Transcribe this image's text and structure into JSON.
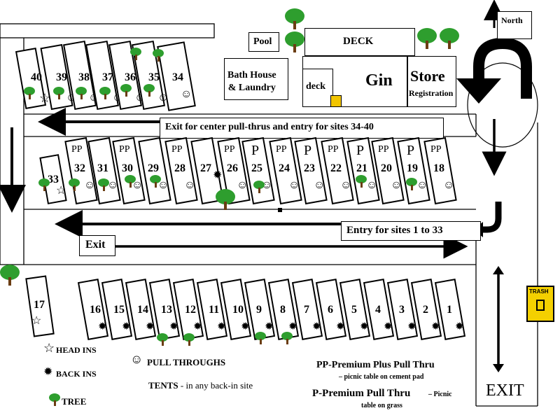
{
  "buildings": {
    "pool": "Pool",
    "deck_top": "DECK",
    "bath": "Bath House\n& Laundry",
    "deck_small": "deck",
    "gin": "Gin",
    "store": "Store",
    "registration": "Registration",
    "north": "North"
  },
  "roads": {
    "exit_center": "Exit for center pull-thrus  and entry for sites 34-40",
    "entry_1_33": "Entry  for sites 1 to 33",
    "exit": "Exit",
    "exit_big": "EXIT",
    "trash": "TRASH"
  },
  "sites_top": [
    "40",
    "39",
    "38",
    "37",
    "36",
    "35",
    "34"
  ],
  "sites_middle": [
    {
      "n": "33",
      "tag": ""
    },
    {
      "n": "32",
      "tag": "PP"
    },
    {
      "n": "31",
      "tag": ""
    },
    {
      "n": "30",
      "tag": "PP"
    },
    {
      "n": "29",
      "tag": ""
    },
    {
      "n": "28",
      "tag": "PP"
    },
    {
      "n": "27",
      "tag": ""
    },
    {
      "n": "26",
      "tag": "PP"
    },
    {
      "n": "25",
      "tag": "P"
    },
    {
      "n": "24",
      "tag": "PP"
    },
    {
      "n": "23",
      "tag": "P"
    },
    {
      "n": "22",
      "tag": "PP"
    },
    {
      "n": "21",
      "tag": "P"
    },
    {
      "n": "20",
      "tag": "PP"
    },
    {
      "n": "19",
      "tag": "P"
    },
    {
      "n": "18",
      "tag": "PP"
    }
  ],
  "sites_bottom": [
    "16",
    "15",
    "14",
    "13",
    "12",
    "11",
    "10",
    "9",
    "8",
    "7",
    "6",
    "5",
    "4",
    "3",
    "2",
    "1"
  ],
  "site_17": "17",
  "legend": {
    "head_ins": "HEAD INS",
    "back_ins": "BACK INS",
    "tree": "TREE",
    "pull_throughs": "PULL THROUGHS",
    "tents_bold": "TENTS",
    "tents_rest": " - in any back-in site",
    "pp_title": "PP-Premium Plus Pull Thru",
    "pp_sub": "– picnic table on cement pad",
    "p_title": "P-Premium Pull Thru",
    "p_sub1": " – Picnic",
    "p_sub2": "table on grass"
  }
}
